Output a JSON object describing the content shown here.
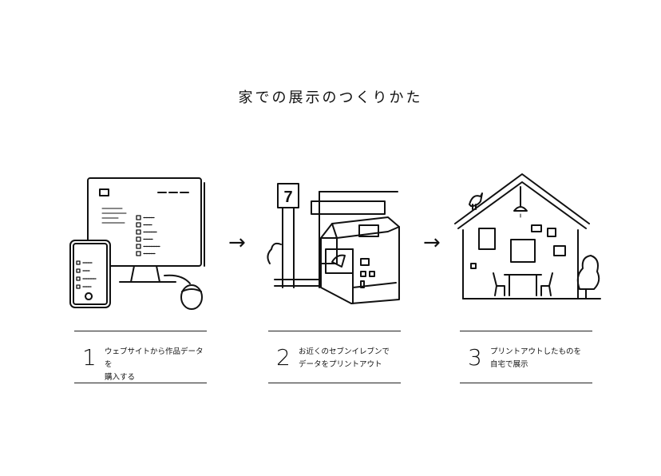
{
  "title": "家での展示のつくりかた",
  "steps": [
    {
      "number": "1",
      "line1": "ウェブサイトから作品データを",
      "line2": "購入する"
    },
    {
      "number": "2",
      "line1": "お近くのセブンイレブンで",
      "line2": "データをプリントアウト"
    },
    {
      "number": "3",
      "line1": "プリントアウトしたものを",
      "line2": "自宅で展示"
    }
  ],
  "arrow_glyph": "→",
  "store_sign": "7"
}
